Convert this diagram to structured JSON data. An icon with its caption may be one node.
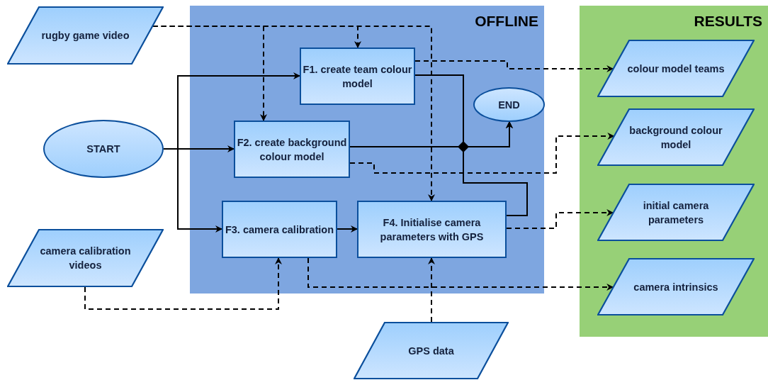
{
  "diagram": {
    "nodes": [
      {
        "text": [
          "OFFLINE"
        ]
      },
      {
        "text": [
          "RESULTS"
        ]
      },
      {
        "text": [
          "rugby game video"
        ]
      },
      {
        "text": [
          "START"
        ]
      },
      {
        "text": [
          "camera calibration videos"
        ]
      },
      {
        "text": [
          "F1. create team colour model"
        ],
        "in": 0
      },
      {
        "text": [
          "END"
        ],
        "in": 0
      },
      {
        "text": [
          "F2. create background colour model"
        ],
        "in": 0
      },
      {
        "text": [
          "F3. camera calibration"
        ],
        "in": 0
      },
      {
        "text": [
          "F4. Initialise camera parameters with GPS"
        ],
        "in": 0
      },
      {
        "text": [
          "GPS data"
        ]
      },
      {
        "text": [
          "colour model teams"
        ],
        "in": 1
      },
      {
        "text": [
          "background colour model"
        ],
        "in": 1
      },
      {
        "text": [
          "initial camera parameters"
        ],
        "in": 1
      },
      {
        "text": [
          "camera intrinsics"
        ],
        "in": 1
      }
    ],
    "edges": [
      {
        "from": 2,
        "to": 5,
        "arrow": "to",
        "style": "dashed"
      },
      {
        "from": 2,
        "to": 7,
        "arrow": "to",
        "style": "dashed"
      },
      {
        "from": 2,
        "to": 9,
        "arrow": "to",
        "style": "dashed"
      },
      {
        "from": 3,
        "to": 5,
        "arrow": "to"
      },
      {
        "from": 3,
        "to": 7,
        "arrow": "to"
      },
      {
        "from": 3,
        "to": 8,
        "arrow": "to"
      },
      {
        "from": 8,
        "to": 9,
        "arrow": "to"
      },
      {
        "from": 5,
        "to": 6,
        "arrow": "to"
      },
      {
        "from": 7,
        "to": 6,
        "arrow": "to"
      },
      {
        "from": 9,
        "to": 6,
        "arrow": "to"
      },
      {
        "from": 5,
        "to": 11,
        "arrow": "to",
        "style": "dashed"
      },
      {
        "from": 7,
        "to": 12,
        "arrow": "to",
        "style": "dashed"
      },
      {
        "from": 9,
        "to": 13,
        "arrow": "to",
        "style": "dashed"
      },
      {
        "from": 8,
        "to": 14,
        "arrow": "to",
        "style": "dashed"
      },
      {
        "from": 4,
        "to": 8,
        "arrow": "to",
        "style": "dashed"
      },
      {
        "from": 10,
        "to": 9,
        "arrow": "to",
        "style": "dashed"
      }
    ]
  }
}
